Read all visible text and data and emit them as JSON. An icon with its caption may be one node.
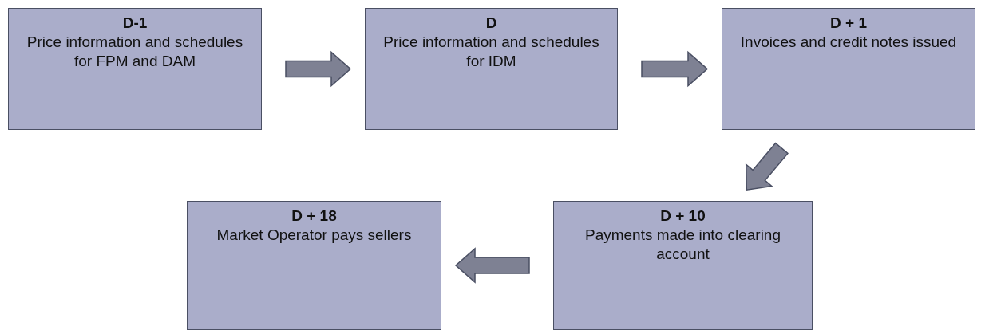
{
  "diagram": {
    "nodes": [
      {
        "text": [
          "D-1",
          "Price information and schedules for FPM and DAM"
        ]
      },
      {
        "text": [
          "D",
          "Price information and schedules for IDM"
        ]
      },
      {
        "text": [
          "D + 1",
          "Invoices and credit notes issued"
        ]
      },
      {
        "text": [
          "D + 10",
          "Payments made into clearing account"
        ]
      },
      {
        "text": [
          "D + 18",
          "Market Operator pays sellers"
        ]
      }
    ],
    "edges": [
      {
        "from": 0,
        "to": 1,
        "arrow": "to"
      },
      {
        "from": 1,
        "to": 2,
        "arrow": "to"
      },
      {
        "from": 2,
        "to": 3,
        "arrow": "to"
      },
      {
        "from": 3,
        "to": 4,
        "arrow": "to"
      }
    ]
  }
}
